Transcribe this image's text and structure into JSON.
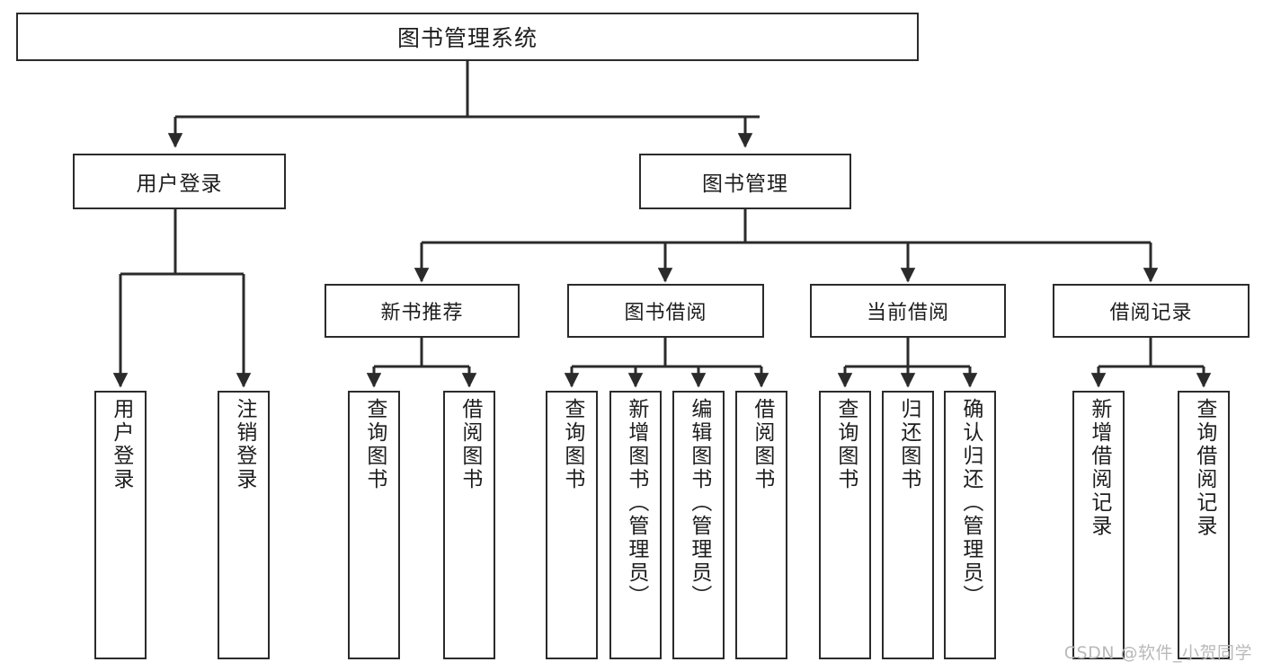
{
  "diagram": {
    "type": "tree",
    "title": "图书管理系统",
    "style": {
      "box_border_color": "#2b2b2b",
      "box_fill_color": "#ffffff",
      "edge_color": "#2b2b2b",
      "background_color": "#ffffff",
      "text_color": "#1d1d1d",
      "watermark_color": "#b9b9b9"
    },
    "root": {
      "label": "图书管理系统"
    },
    "level2": [
      {
        "id": "user-login",
        "label": "用户登录"
      },
      {
        "id": "book-manage",
        "label": "图书管理"
      }
    ],
    "level3": [
      {
        "id": "new-book-recommend",
        "label": "新书推荐"
      },
      {
        "id": "book-borrow",
        "label": "图书借阅"
      },
      {
        "id": "current-borrow",
        "label": "当前借阅"
      },
      {
        "id": "borrow-record",
        "label": "借阅记录"
      }
    ],
    "leaves": {
      "user_login": [
        {
          "id": "leaf-user-login",
          "label": "用户登录"
        },
        {
          "id": "leaf-logout-login",
          "label": "注销登录"
        }
      ],
      "new_book_recommend": [
        {
          "id": "leaf-query-book-1",
          "label": "查询图书"
        },
        {
          "id": "leaf-borrow-book-1",
          "label": "借阅图书"
        }
      ],
      "book_borrow": [
        {
          "id": "leaf-query-book-2",
          "label": "查询图书"
        },
        {
          "id": "leaf-add-book",
          "label": "新增图书（管理员）"
        },
        {
          "id": "leaf-edit-book",
          "label": "编辑图书（管理员）"
        },
        {
          "id": "leaf-borrow-book-2",
          "label": "借阅图书"
        }
      ],
      "current_borrow": [
        {
          "id": "leaf-query-book-3",
          "label": "查询图书"
        },
        {
          "id": "leaf-return-book",
          "label": "归还图书"
        },
        {
          "id": "leaf-confirm-return",
          "label": "确认归还（管理员）"
        }
      ],
      "borrow_record": [
        {
          "id": "leaf-add-record",
          "label": "新增借阅记录"
        },
        {
          "id": "leaf-query-record",
          "label": "查询借阅记录"
        }
      ]
    }
  },
  "watermark": {
    "text": "CSDN @软件_小贺同学"
  }
}
